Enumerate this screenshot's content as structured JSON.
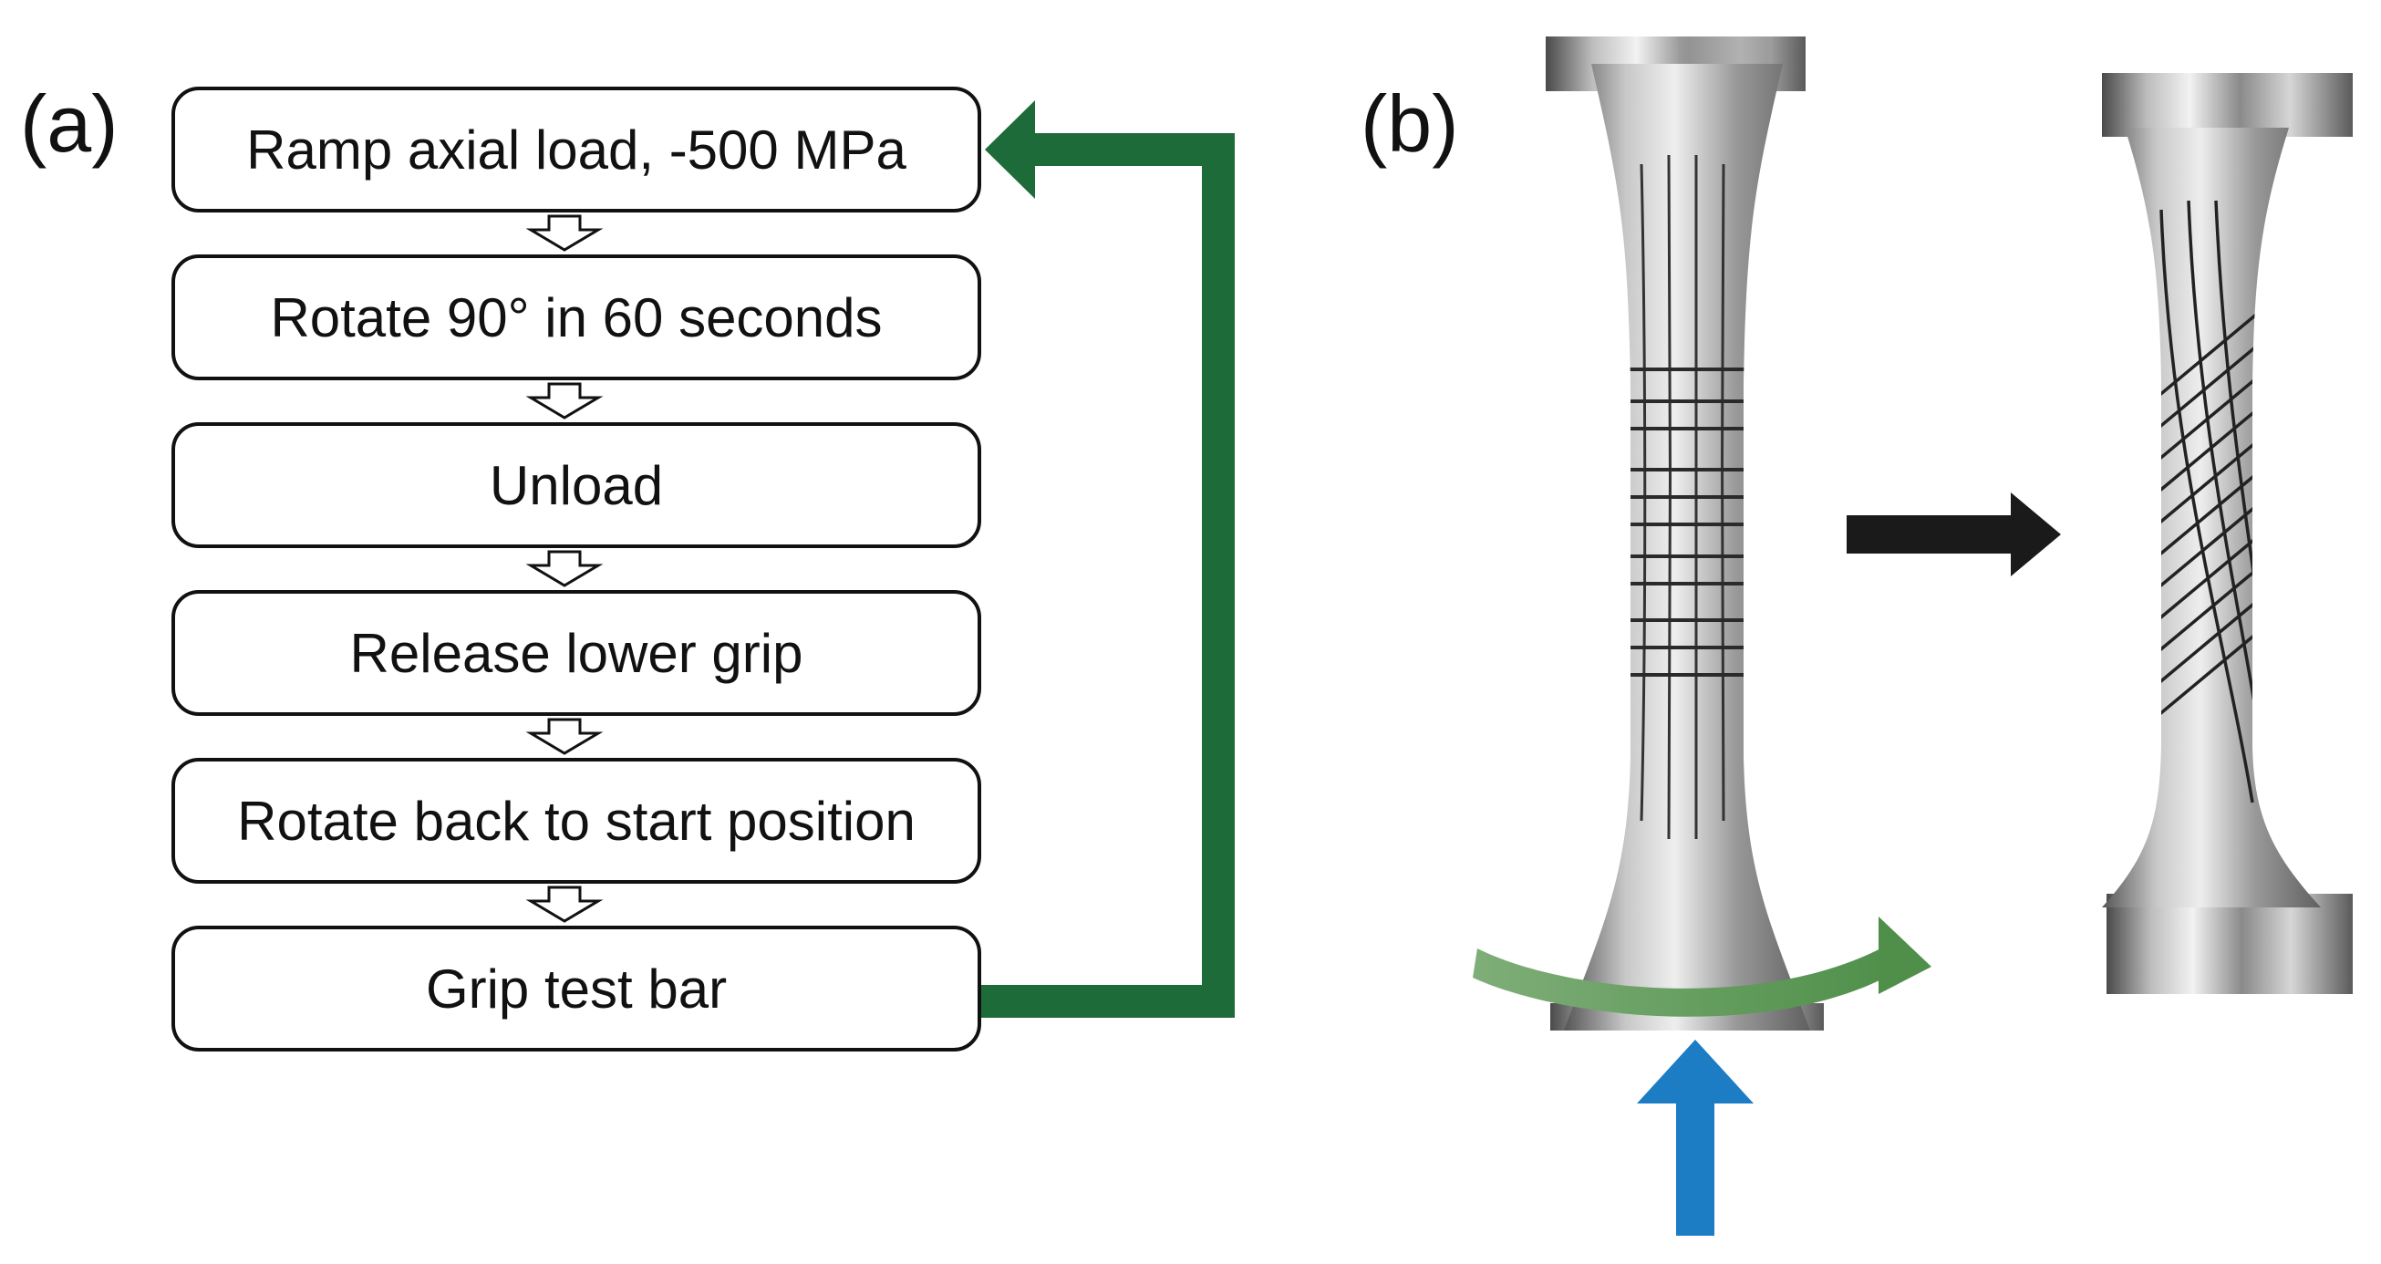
{
  "panels": {
    "a_label": "(a)",
    "b_label": "(b)"
  },
  "flowchart": {
    "steps": [
      "Ramp axial load, -500 MPa",
      "Rotate 90° in 60 seconds",
      "Unload",
      "Release lower grip",
      "Rotate back to start position",
      "Grip test bar"
    ],
    "loop_arrow_color": "#1e6b3a"
  },
  "photos": {
    "left_specimen": "test bar with straight grid markings",
    "right_specimen": "test bar with twisted grid markings",
    "transition_arrow_color": "#1a1a1a",
    "rotation_arrow_color": "#5e9a5a",
    "axial_load_arrow_color": "#1c7cc4"
  }
}
